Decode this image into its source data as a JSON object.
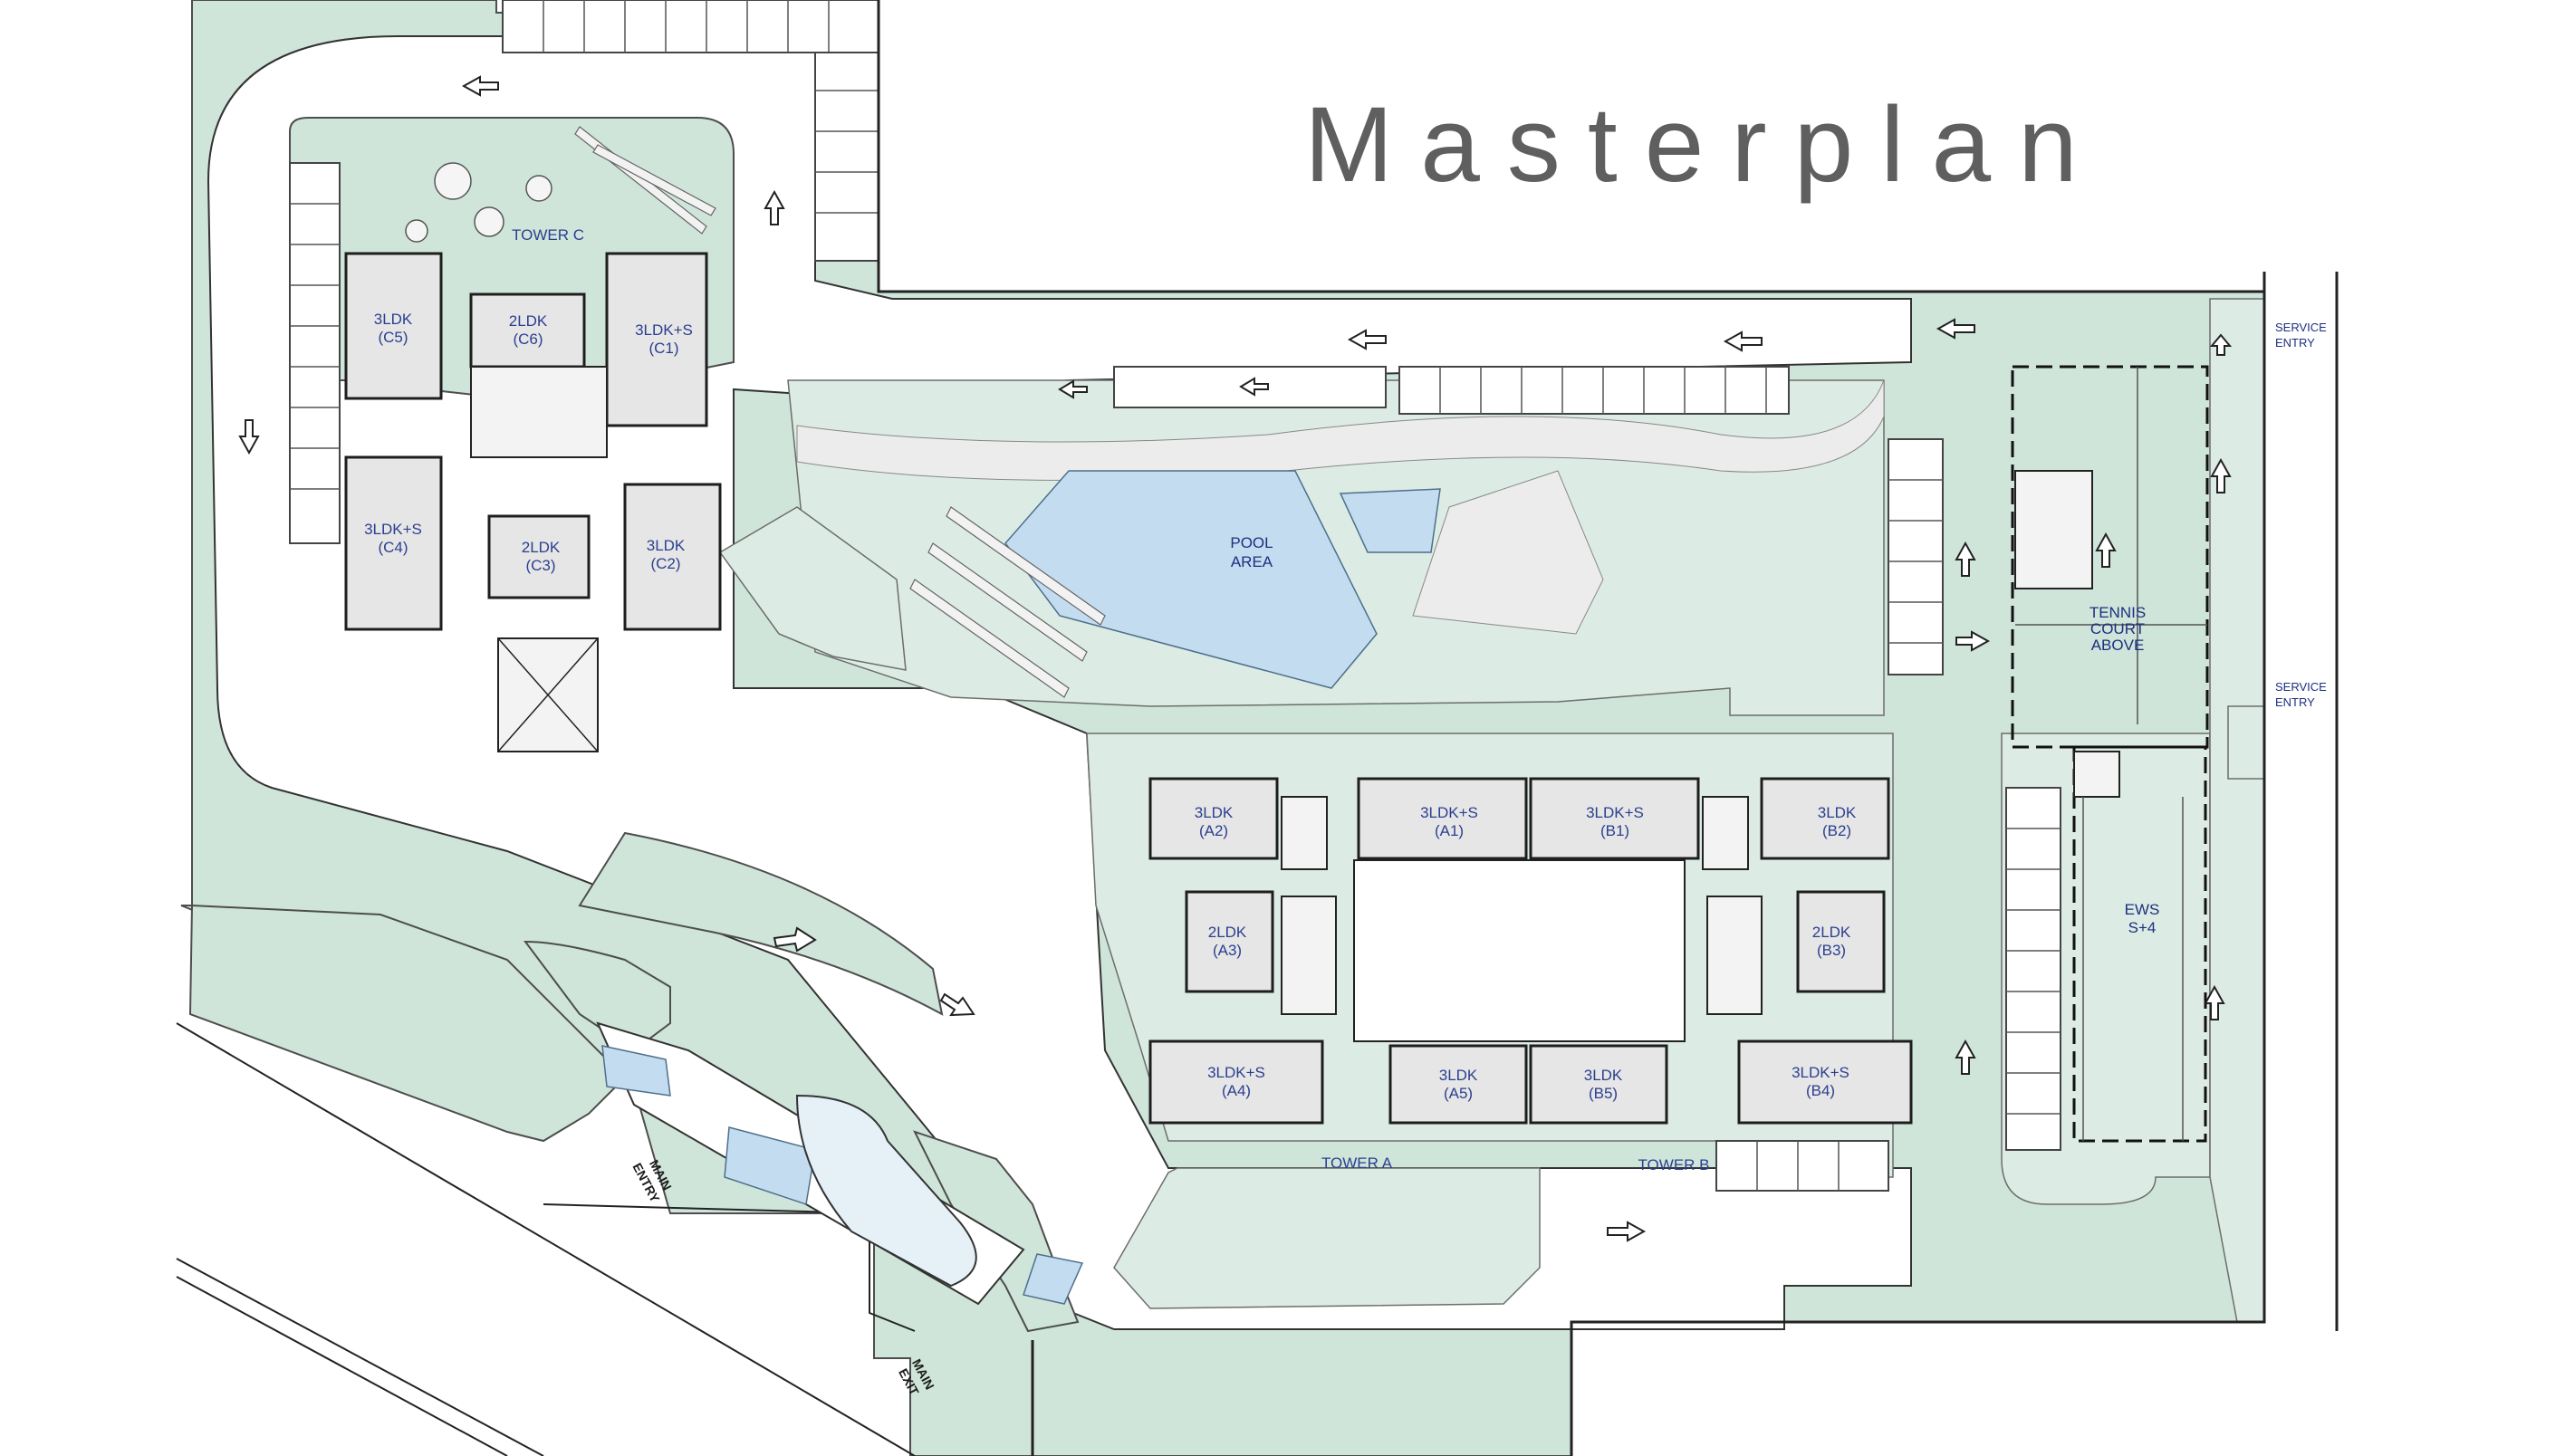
{
  "title": "Masterplan",
  "tower_c": {
    "name": "TOWER C",
    "units": [
      {
        "type": "3LDK",
        "code": "(C5)"
      },
      {
        "type": "2LDK",
        "code": "(C6)"
      },
      {
        "type": "3LDK+S",
        "code": "(C1)"
      },
      {
        "type": "3LDK+S",
        "code": "(C4)"
      },
      {
        "type": "2LDK",
        "code": "(C3)"
      },
      {
        "type": "3LDK",
        "code": "(C2)"
      }
    ]
  },
  "tower_a": {
    "name": "TOWER A",
    "units": [
      {
        "type": "3LDK",
        "code": "(A2)"
      },
      {
        "type": "3LDK+S",
        "code": "(A1)"
      },
      {
        "type": "2LDK",
        "code": "(A3)"
      },
      {
        "type": "3LDK+S",
        "code": "(A4)"
      },
      {
        "type": "3LDK",
        "code": "(A5)"
      }
    ]
  },
  "tower_b": {
    "name": "TOWER B",
    "units": [
      {
        "type": "3LDK+S",
        "code": "(B1)"
      },
      {
        "type": "3LDK",
        "code": "(B2)"
      },
      {
        "type": "2LDK",
        "code": "(B3)"
      },
      {
        "type": "3LDK",
        "code": "(B5)"
      },
      {
        "type": "3LDK+S",
        "code": "(B4)"
      }
    ]
  },
  "pool": {
    "line1": "POOL",
    "line2": "AREA"
  },
  "tennis": {
    "line1": "TENNIS",
    "line2": "COURT",
    "line3": "ABOVE"
  },
  "ews": {
    "line1": "EWS",
    "line2": "S+4"
  },
  "service_entry_top": {
    "line1": "SERVICE",
    "line2": "ENTRY"
  },
  "service_entry_mid": {
    "line1": "SERVICE",
    "line2": "ENTRY"
  },
  "main_entry": {
    "line1": "MAIN",
    "line2": "ENTRY"
  },
  "main_exit": {
    "line1": "MAIN",
    "line2": "EXIT"
  },
  "colors": {
    "landscape": "#cfe5da",
    "unit_fill": "#e6e6e6",
    "pool_fill": "#c3dcef",
    "label_blue": "#2b3f8f",
    "title_grey": "#5f5f5f"
  }
}
